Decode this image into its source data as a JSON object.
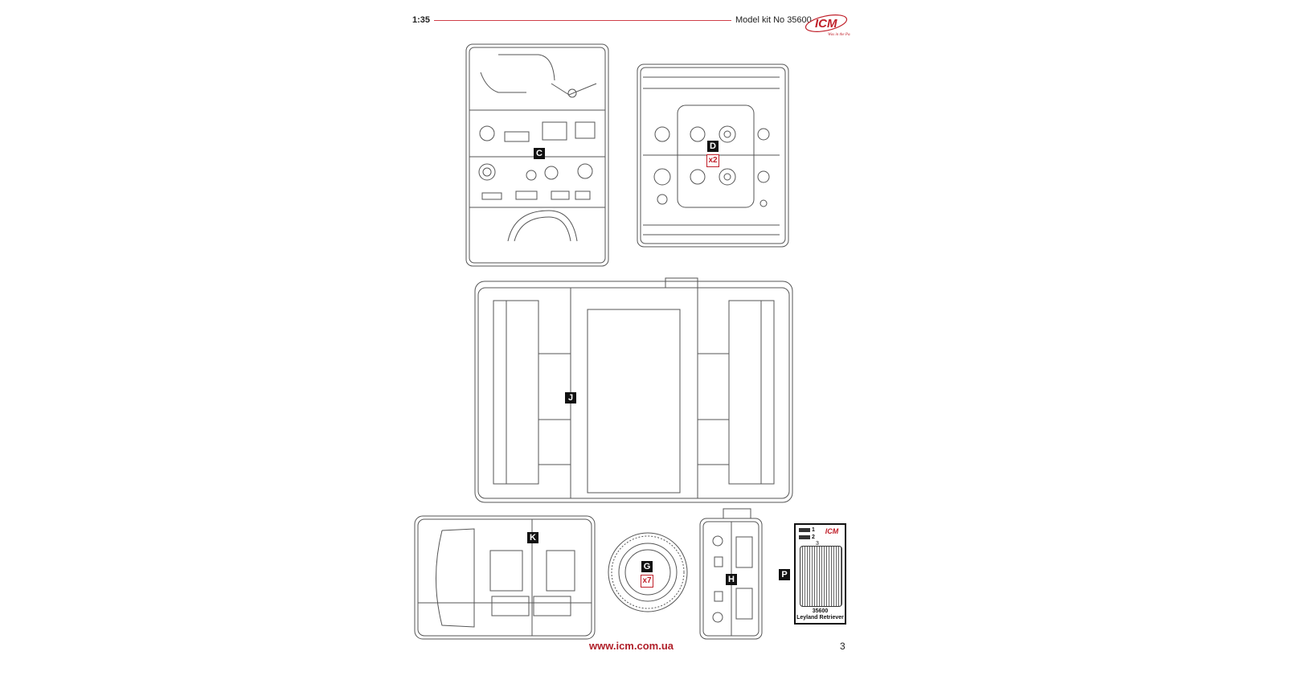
{
  "header": {
    "scale": "1:35",
    "kit_number": "Model kit No 35600",
    "logo": "ICM",
    "logo_tagline": "Was in the Past"
  },
  "sprues": [
    {
      "id": "C",
      "label": "C"
    },
    {
      "id": "D",
      "label": "D",
      "multiplier": "x2"
    },
    {
      "id": "J",
      "label": "J"
    },
    {
      "id": "K",
      "label": "K"
    },
    {
      "id": "G",
      "label": "G",
      "multiplier": "x7"
    },
    {
      "id": "H",
      "label": "H"
    },
    {
      "id": "P",
      "label": "P"
    }
  ],
  "decal_sheet": {
    "item1": "1",
    "item2": "2",
    "item3": "3",
    "kit_no": "35600",
    "name": "Leyland Retriever"
  },
  "footer": {
    "url": "www.icm.com.ua",
    "page": "3"
  },
  "colors": {
    "accent": "#c0202a",
    "line": "#555555"
  }
}
